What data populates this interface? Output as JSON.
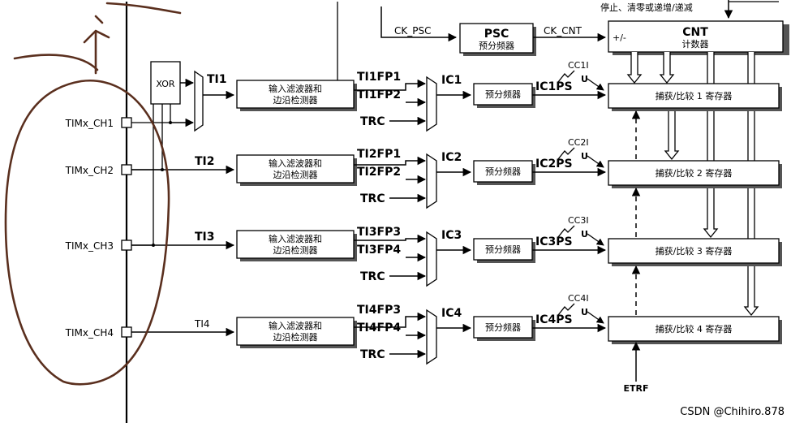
{
  "channels": [
    {
      "pin": "TIMx_CH1",
      "ti": "TI1",
      "fp_a": "TI1FP1",
      "fp_b": "TI1FP2",
      "trc": "TRC",
      "ic": "IC1",
      "icps": "IC1PS",
      "cci": "CC1I",
      "u": "U",
      "register": "捕获/比较 1 寄存器"
    },
    {
      "pin": "TIMx_CH2",
      "ti": "TI2",
      "fp_a": "TI2FP1",
      "fp_b": "TI2FP2",
      "trc": "TRC",
      "ic": "IC2",
      "icps": "IC2PS",
      "cci": "CC2I",
      "u": "U",
      "register": "捕获/比较 2 寄存器"
    },
    {
      "pin": "TIMx_CH3",
      "ti": "TI3",
      "fp_a": "TI3FP3",
      "fp_b": "TI3FP4",
      "trc": "TRC",
      "ic": "IC3",
      "icps": "IC3PS",
      "cci": "CC3I",
      "u": "U",
      "register": "捕获/比较 3 寄存器"
    },
    {
      "pin": "TIMx_CH4",
      "ti": "TI4",
      "fp_a": "TI4FP3",
      "fp_b": "TI4FP4",
      "trc": "TRC",
      "ic": "IC4",
      "icps": "IC4PS",
      "cci": "CC4I",
      "u": "U",
      "register": "捕获/比较 4 寄存器"
    }
  ],
  "filter_label_1": "输入滤波器和",
  "filter_label_2": "边沿检测器",
  "prescaler_label": "预分频器",
  "xor_label": "XOR",
  "psc": {
    "title": "PSC",
    "subtitle": "预分频器"
  },
  "cnt": {
    "title": "CNT",
    "subtitle": "计数器",
    "pm": "+/-"
  },
  "ck_psc": "CK_PSC",
  "ck_cnt": "CK_CNT",
  "top_note": "停止、清零或递增/递减",
  "etrf": "ETRF",
  "watermark": "CSDN @Chihiro.878",
  "ink_color": "#5a2f1e"
}
